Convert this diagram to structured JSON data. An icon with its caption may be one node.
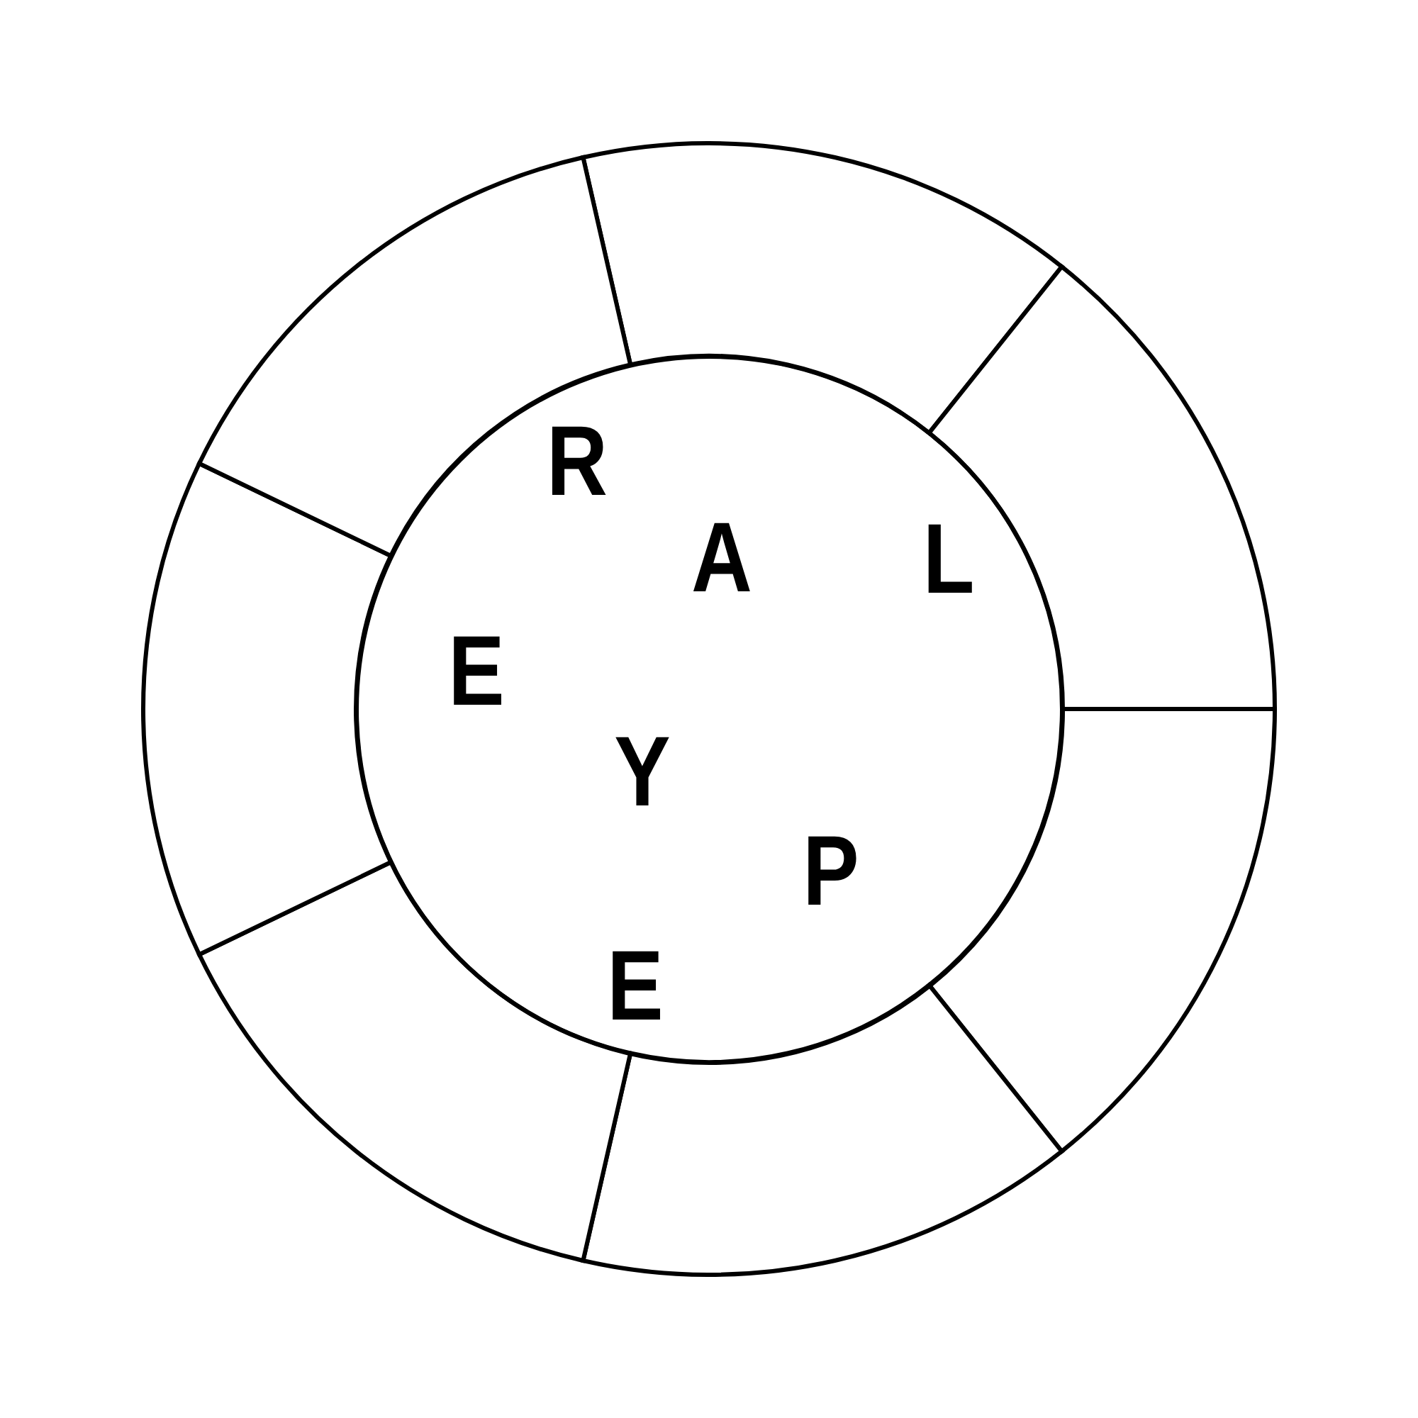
{
  "diagram": {
    "nodes": [
      {
        "text": [
          "R",
          "A",
          "L",
          "E",
          "Y",
          "P",
          "E"
        ]
      },
      {
        "text": [],
        "shape": "segment"
      },
      {
        "text": [],
        "shape": "segment"
      },
      {
        "text": [],
        "shape": "segment"
      },
      {
        "text": [],
        "shape": "segment"
      },
      {
        "text": [],
        "shape": "segment"
      },
      {
        "text": [],
        "shape": "segment"
      },
      {
        "text": [],
        "shape": "segment"
      }
    ]
  }
}
